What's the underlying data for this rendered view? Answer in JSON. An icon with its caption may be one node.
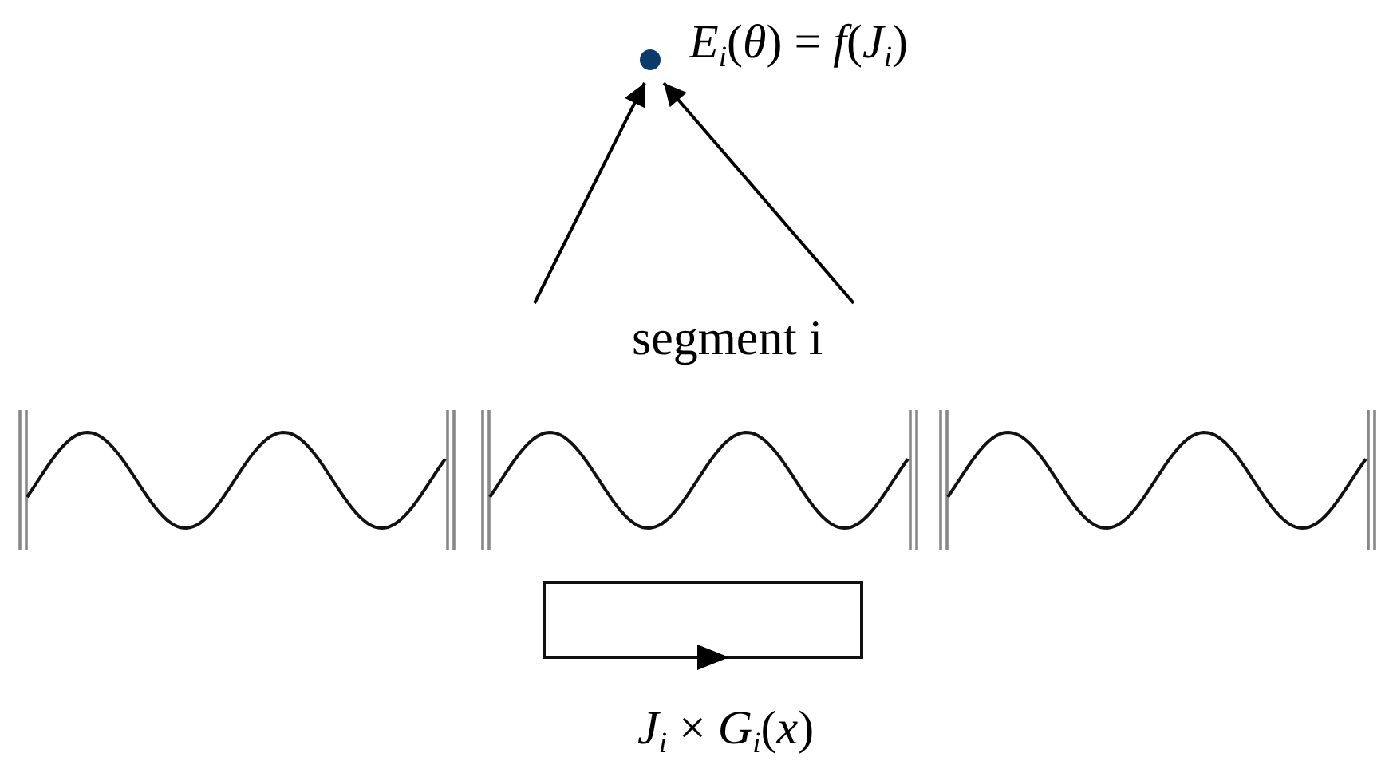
{
  "diagram": {
    "nodes": [
      {
        "text": [],
        "shape": "circle",
        "beside": [
          "*E*$_{i}$(*θ*) = *f*(*J*$_{i}$)"
        ]
      },
      {
        "text": [],
        "shape": "picture"
      },
      {
        "text": [
          "segment i"
        ]
      },
      {
        "text": [],
        "shape": "picture"
      },
      {
        "text": [],
        "shape": "box",
        "beside": [
          "*J*$_{i}$ × *G*$_{i}$(*x*)"
        ]
      }
    ],
    "edges": [
      {
        "from": 2,
        "to": 0,
        "arrow": "to"
      },
      {
        "from": 2,
        "to": 0,
        "arrow": "to"
      }
    ]
  }
}
